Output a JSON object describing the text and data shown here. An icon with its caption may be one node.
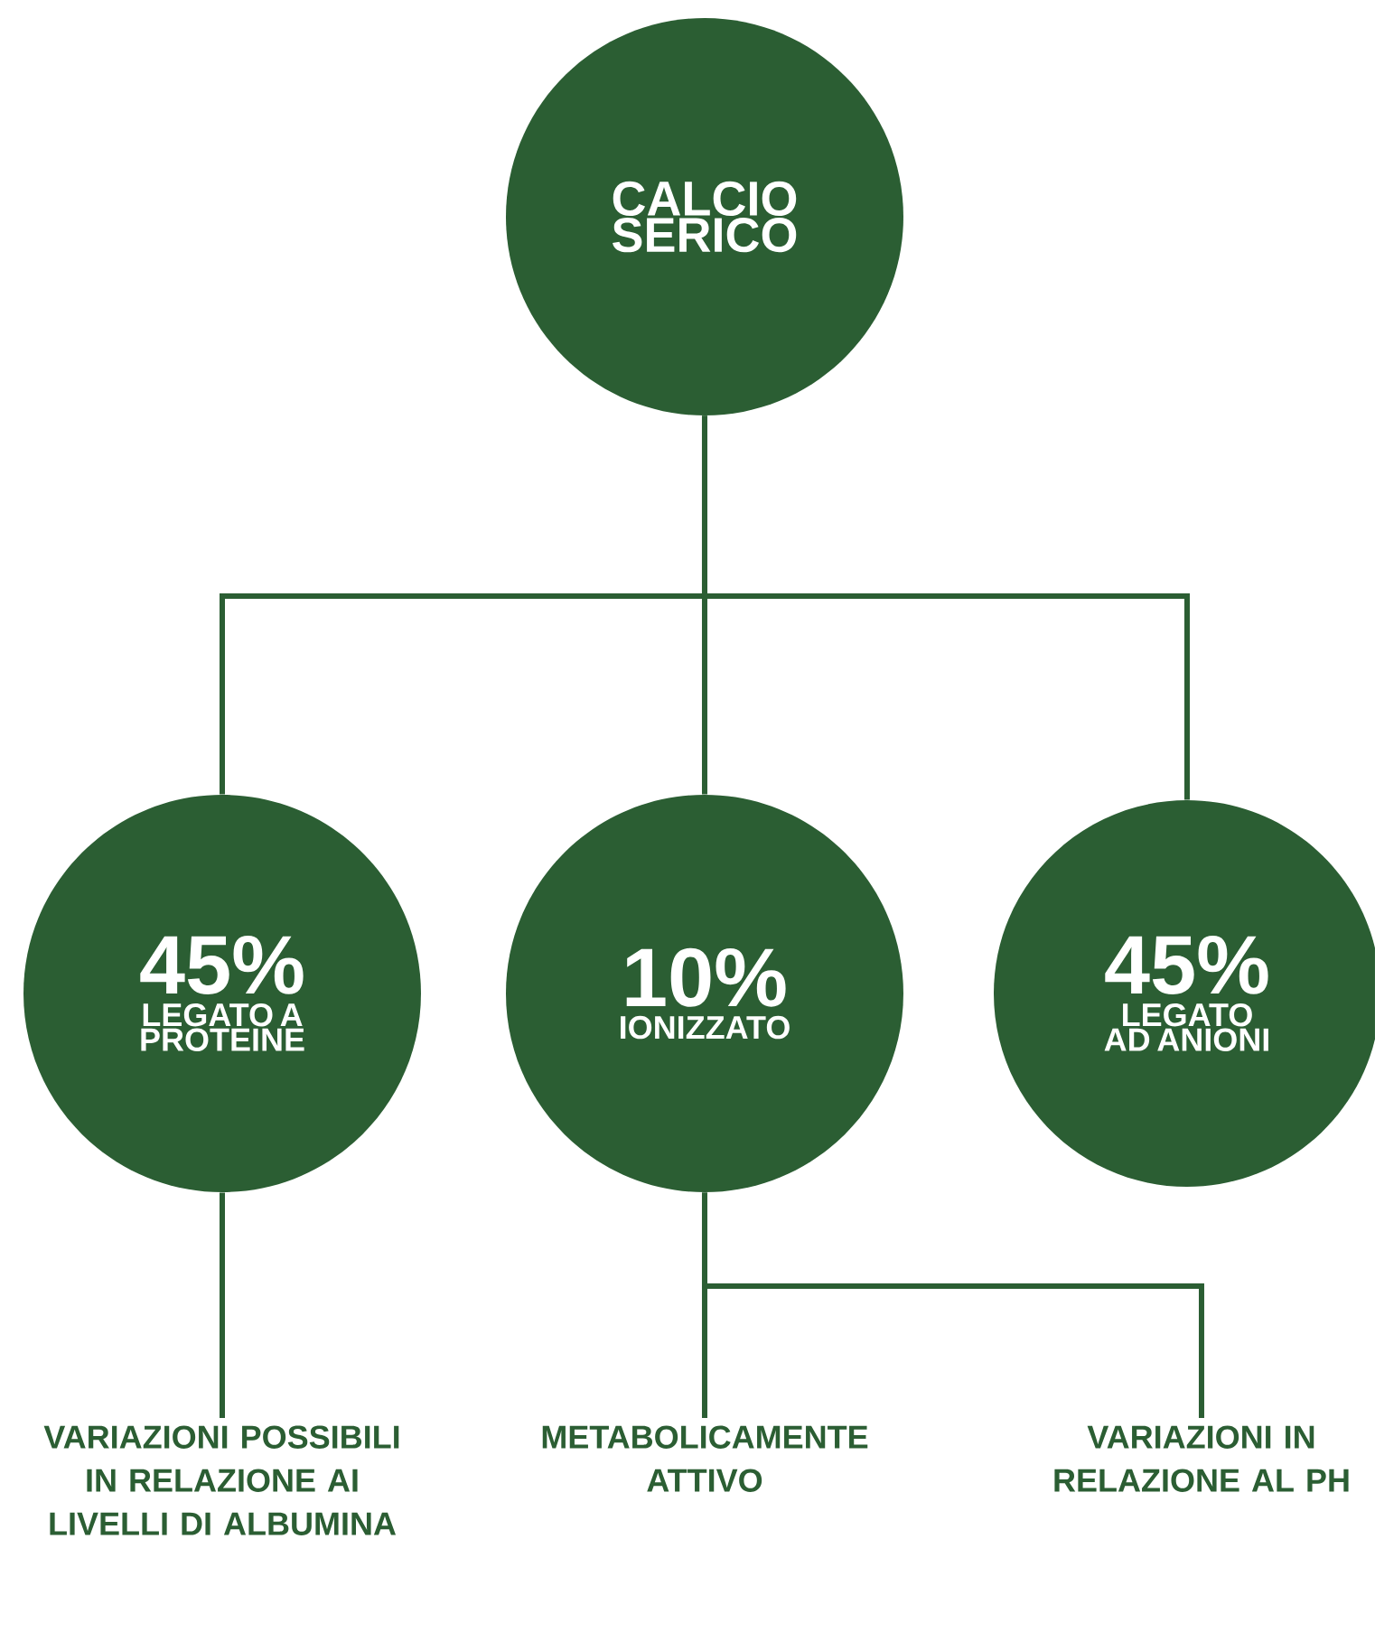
{
  "diagram": {
    "nodes": [
      {
        "text": [
          "CALCIO SERICO"
        ]
      },
      {
        "text": [
          "45%",
          "LEGATO A PROTEINE"
        ]
      },
      {
        "text": [
          "10%",
          "IONIZZATO"
        ]
      },
      {
        "text": [
          "45%",
          "LEGATO AD ANIONI"
        ]
      },
      {
        "text": [
          "VARIAZIONI POSSIBILI IN RELAZIONE AI LIVELLI DI ALBUMINA"
        ]
      },
      {
        "text": [
          "METABOLICAMENTE ATTIVO"
        ]
      },
      {
        "text": [
          "VARIAZIONI IN RELAZIONE AL PH"
        ]
      }
    ],
    "edges": [
      {
        "from": 0,
        "to": 1,
        "arrow": "none"
      },
      {
        "from": 0,
        "to": 2,
        "arrow": "none"
      },
      {
        "from": 0,
        "to": 3,
        "arrow": "none"
      },
      {
        "from": 1,
        "to": 4,
        "arrow": "none"
      },
      {
        "from": 2,
        "to": 5,
        "arrow": "none"
      },
      {
        "from": 2,
        "to": 6,
        "arrow": "none"
      }
    ]
  }
}
